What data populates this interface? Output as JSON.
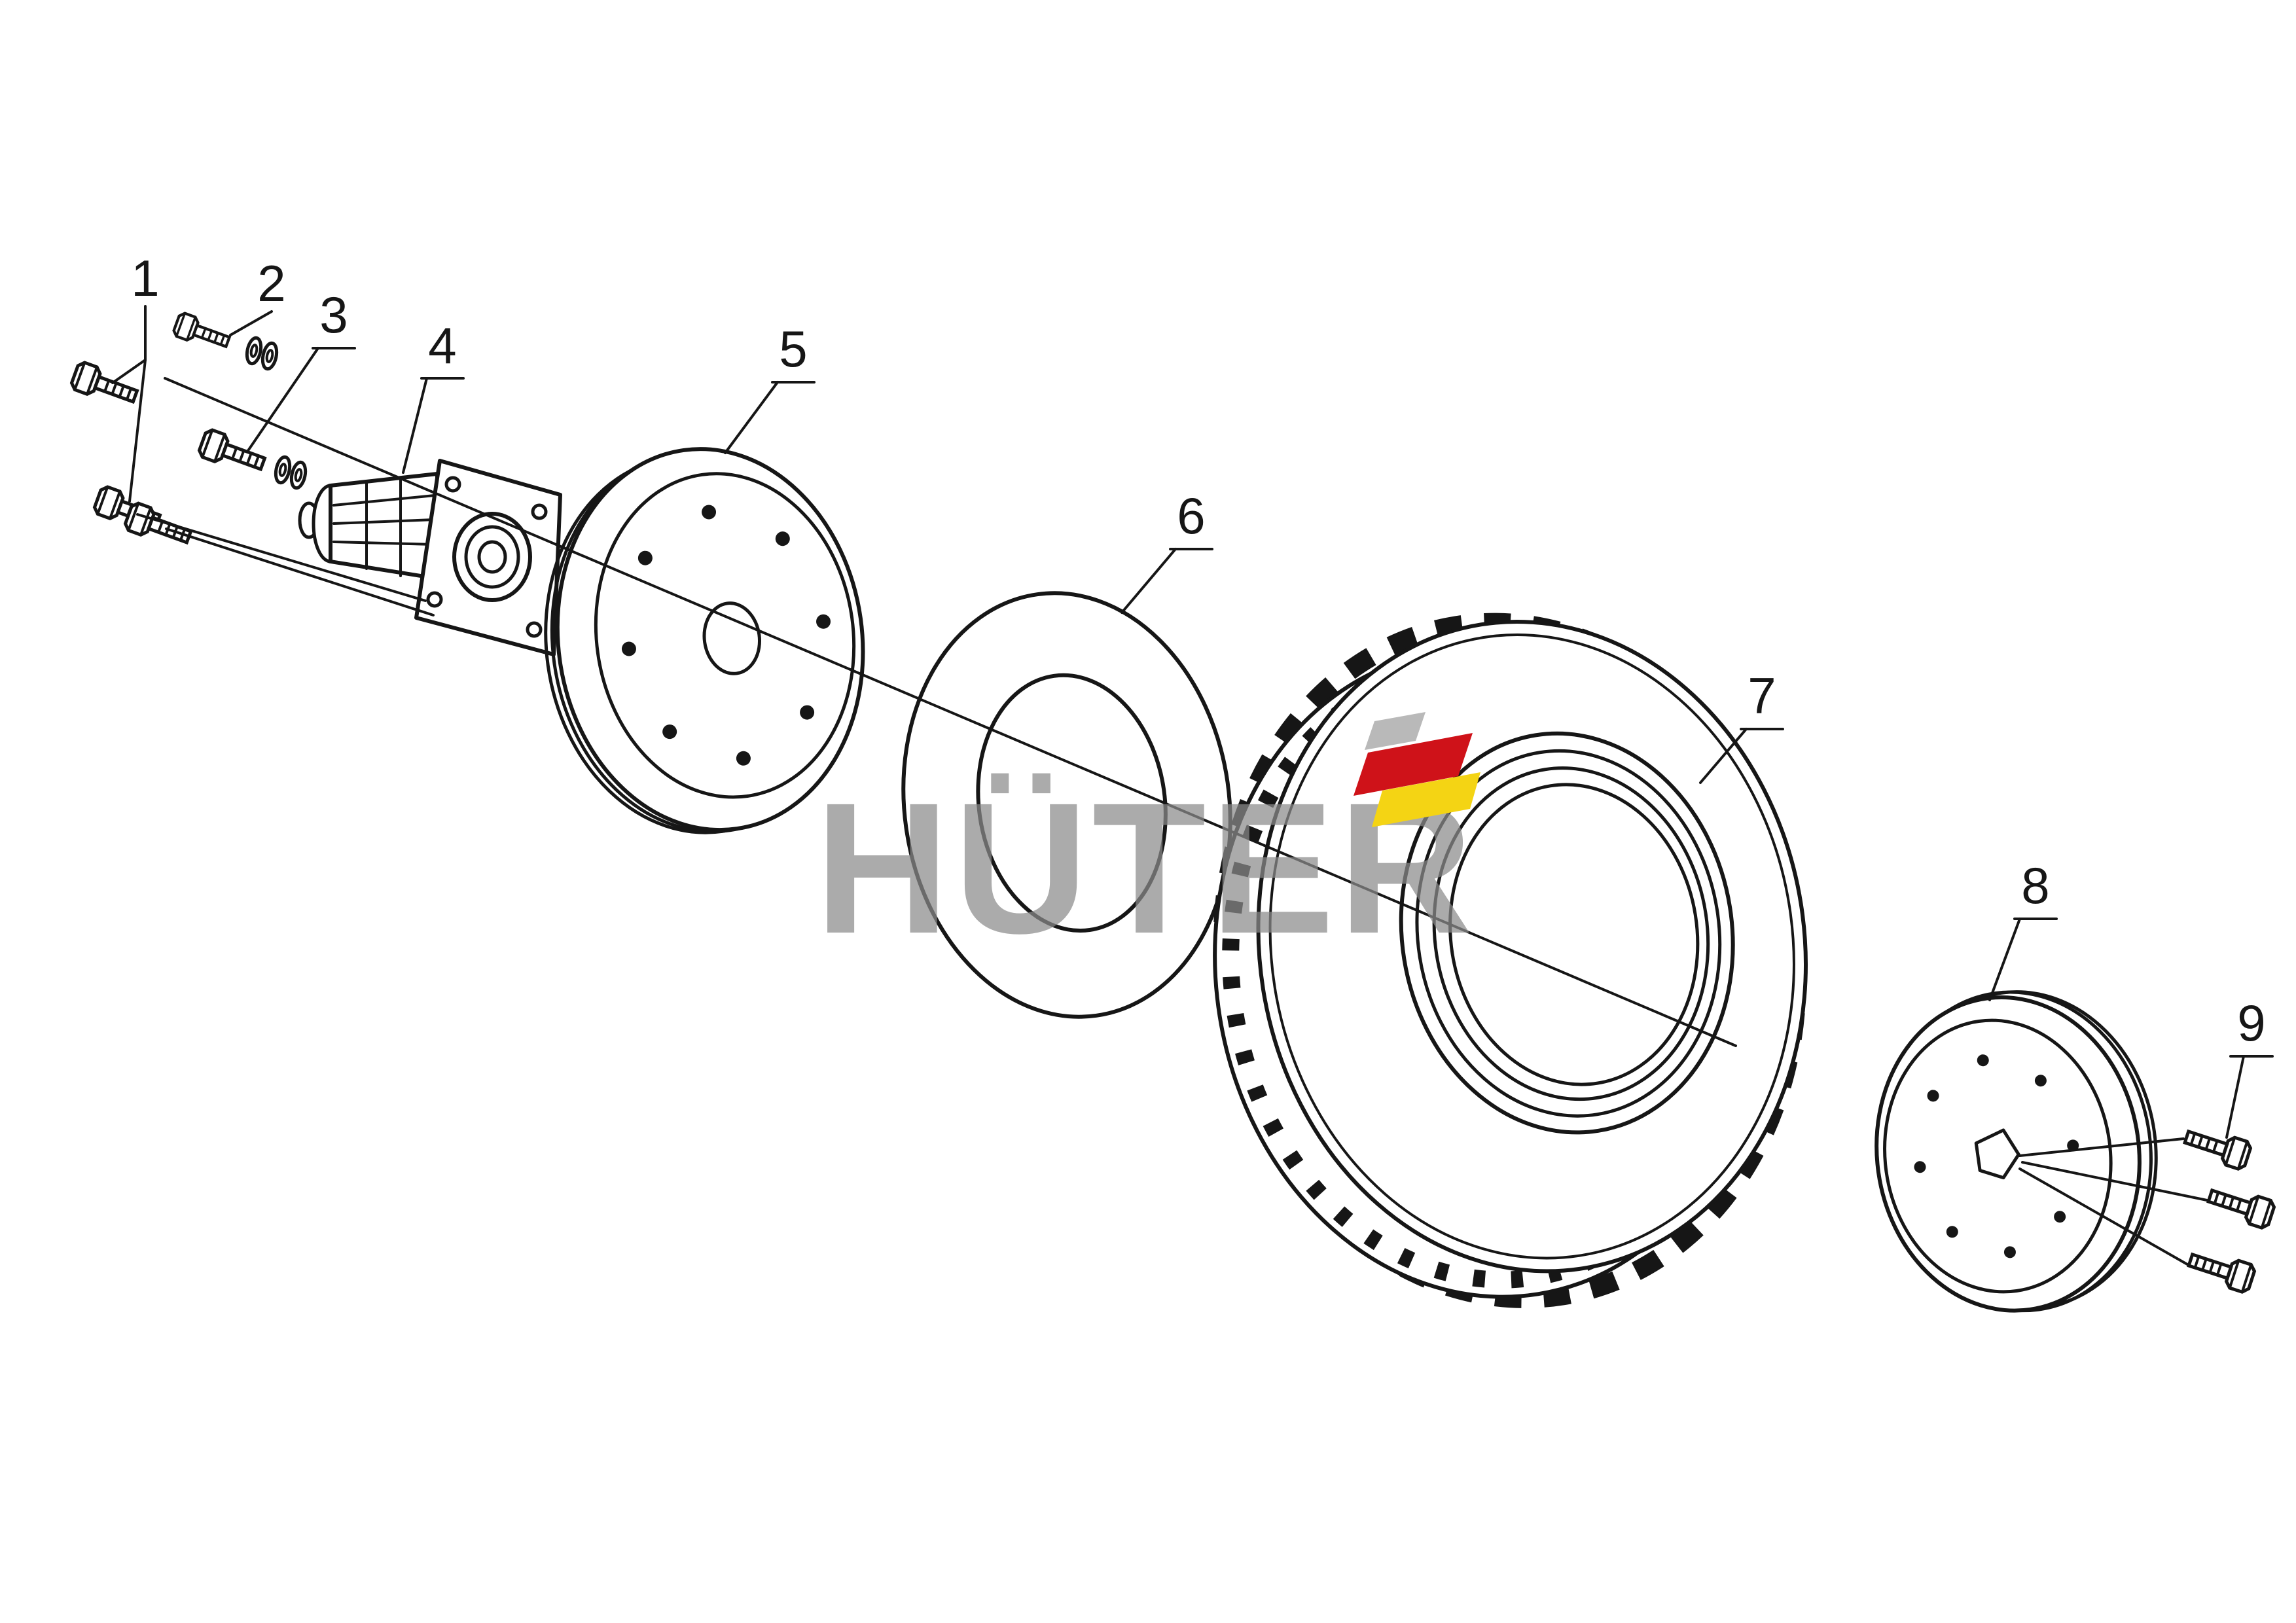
{
  "page": {
    "background": "#ffffff"
  },
  "colors": {
    "line": "#161616",
    "watermark_text": "#8a8a8a",
    "logo_gray": "#b9b9b9",
    "logo_red": "#cf1219",
    "logo_yellow": "#f4d414"
  },
  "watermark": {
    "text": "HÜTER"
  },
  "part_labels": [
    "1",
    "2",
    "3",
    "4",
    "5",
    "6",
    "7",
    "8",
    "9"
  ]
}
